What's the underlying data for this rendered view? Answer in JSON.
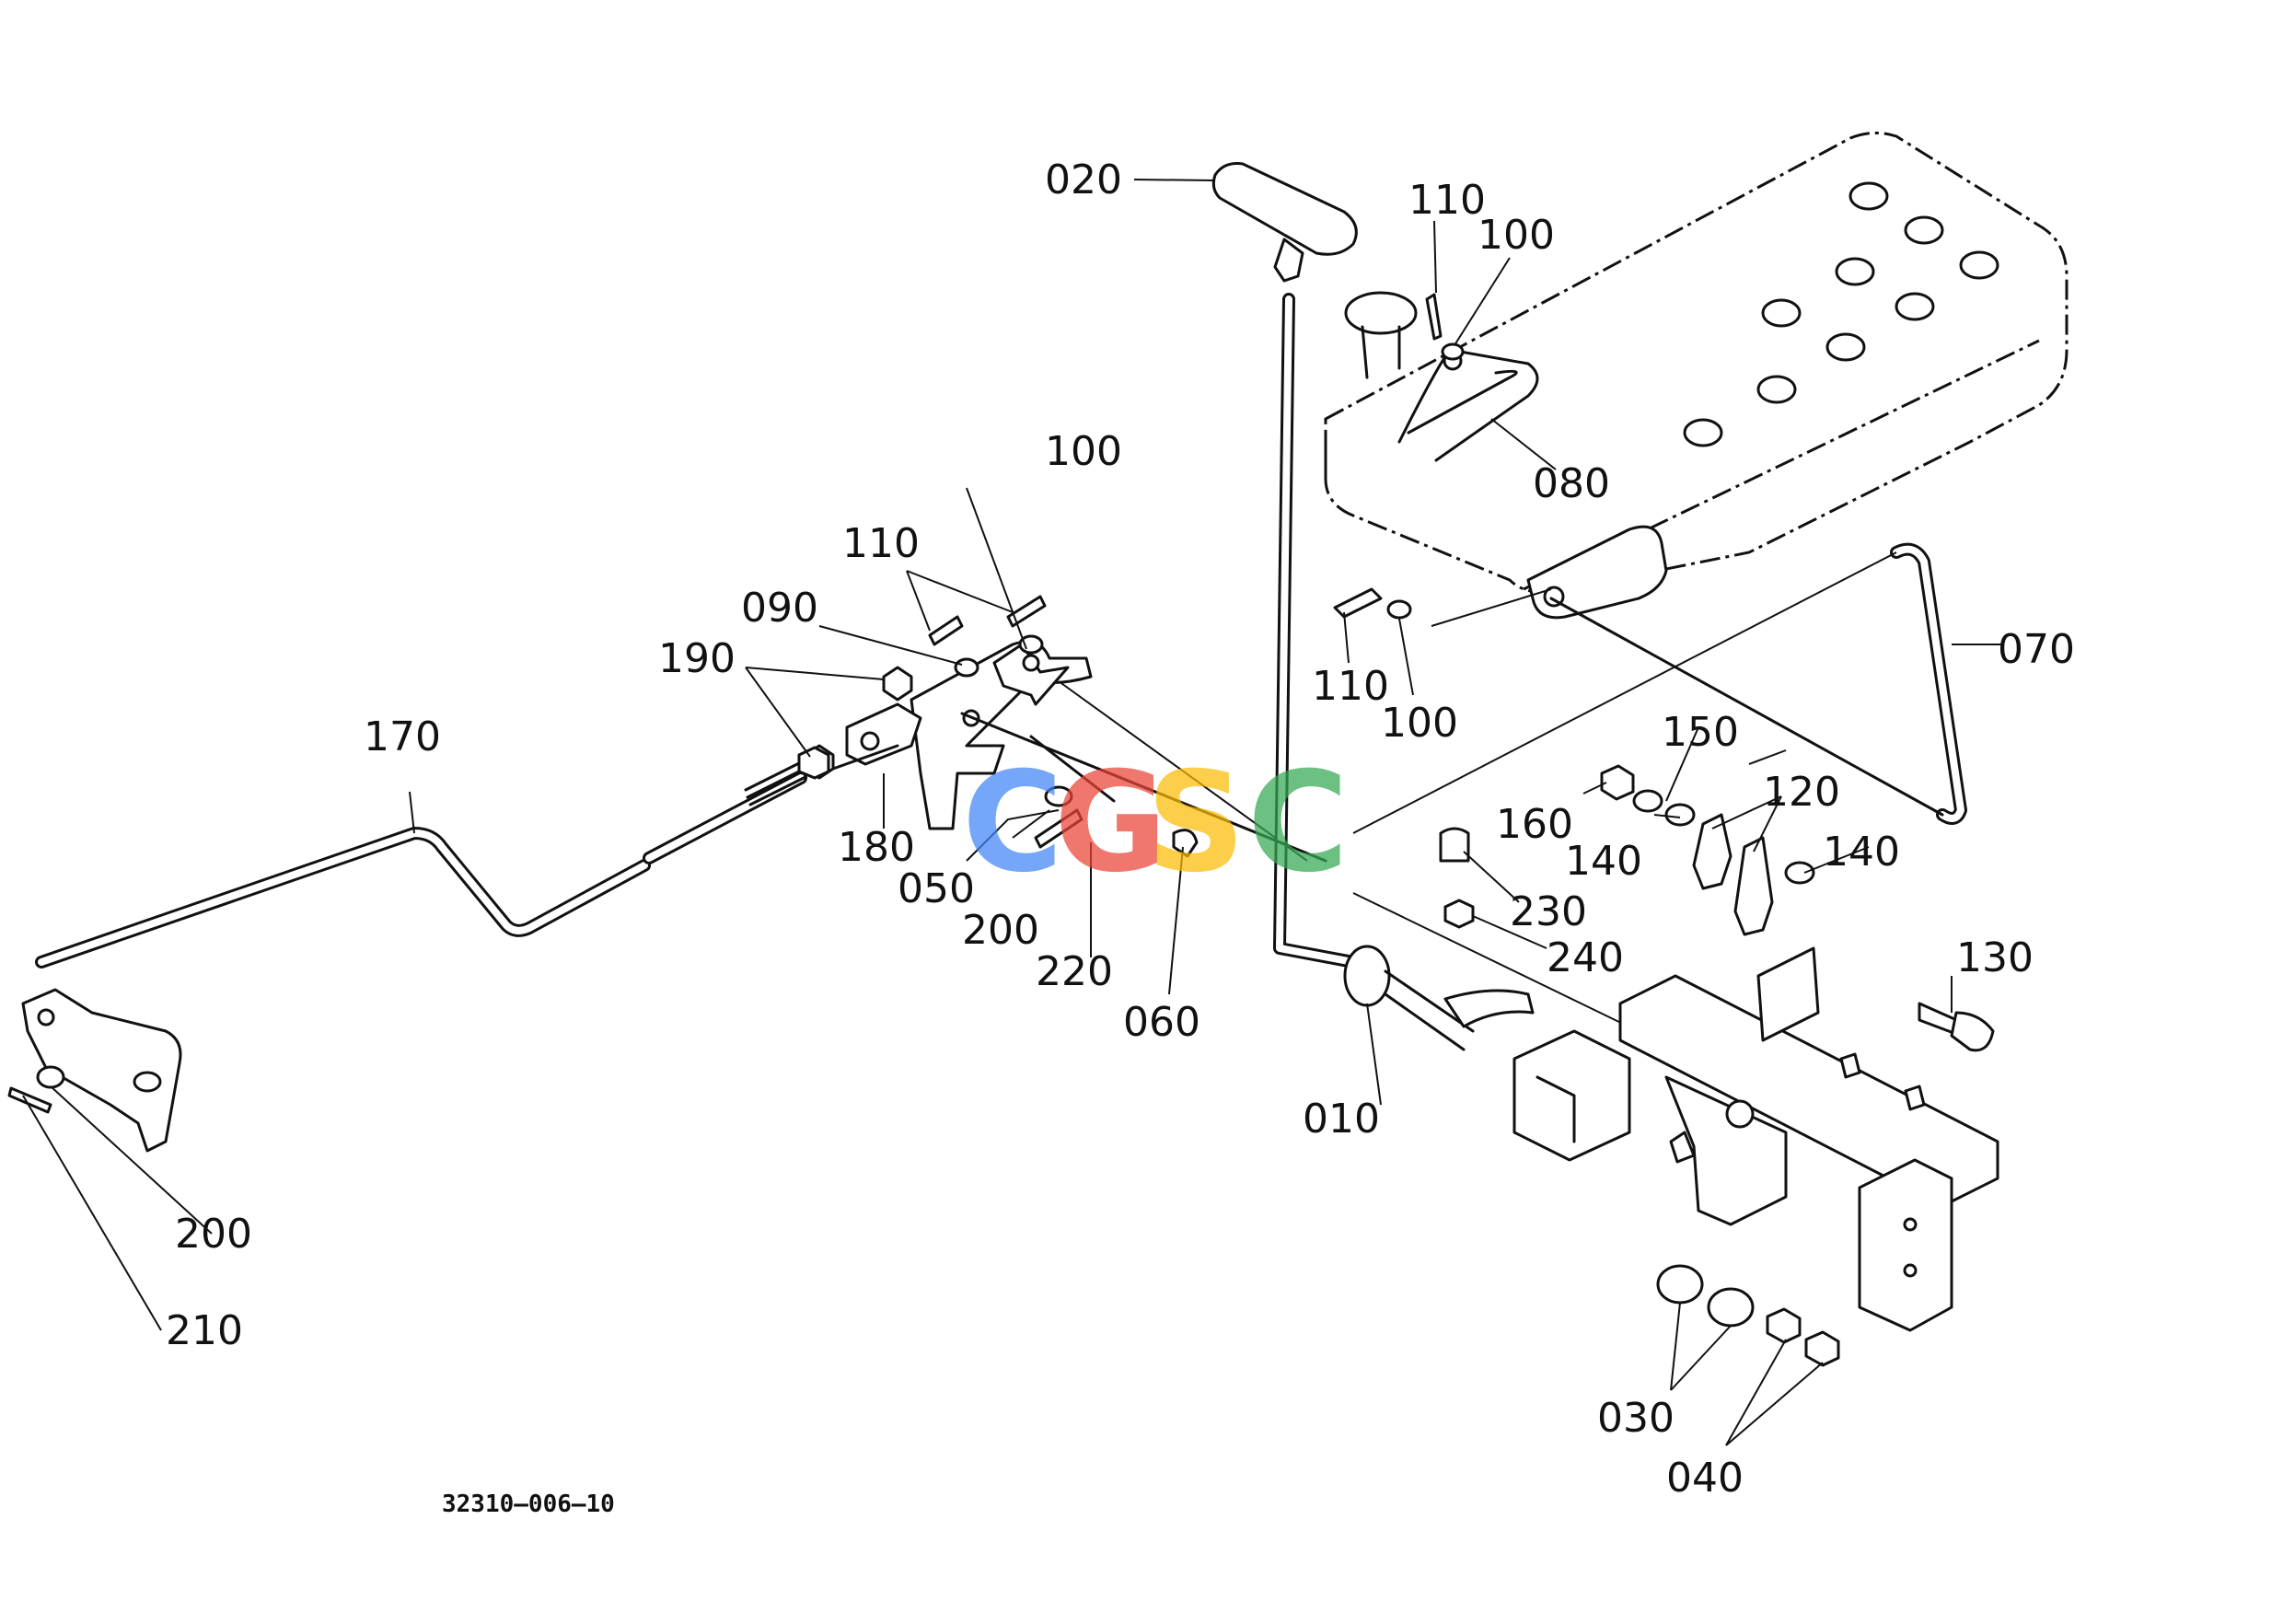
{
  "labels": {
    "l010": "010",
    "l020": "020",
    "l030": "030",
    "l040": "040",
    "l050": "050",
    "l060": "060",
    "l070": "070",
    "l080": "080",
    "l090": "090",
    "l100a": "100",
    "l100b": "100",
    "l100c": "100",
    "l110a": "110",
    "l110b": "110",
    "l110c": "110",
    "l120": "120",
    "l130": "130",
    "l140a": "140",
    "l140b": "140",
    "l150": "150",
    "l160": "160",
    "l170": "170",
    "l180": "180",
    "l190": "190",
    "l200a": "200",
    "l200b": "200",
    "l210": "210",
    "l220": "220",
    "l230": "230",
    "l240": "240"
  },
  "drawing_number": "32310—006—10",
  "watermark": {
    "letters": [
      "C",
      "G",
      "S",
      "C"
    ],
    "colors": [
      "#4285F4",
      "#EA4335",
      "#FBBC05",
      "#34A853"
    ]
  }
}
